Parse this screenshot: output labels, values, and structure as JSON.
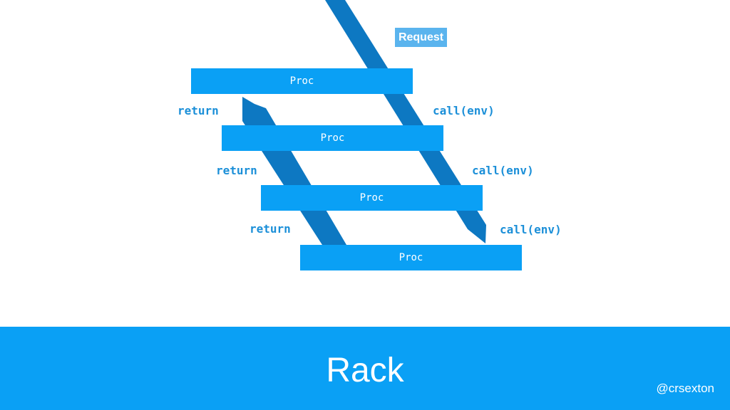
{
  "colors": {
    "bar": "#0aa0f5",
    "arrow": "#0d78c2",
    "label": "#1b8fd8",
    "request_badge": "#5ab4ee",
    "footer": "#0aa0f5",
    "background": "#ffffff"
  },
  "diagram": {
    "request_label": "Request",
    "procs": [
      {
        "label": "Proc"
      },
      {
        "label": "Proc"
      },
      {
        "label": "Proc"
      },
      {
        "label": "Proc"
      }
    ],
    "call_labels": [
      "call(env)",
      "call(env)",
      "call(env)"
    ],
    "return_labels": [
      "return",
      "return",
      "return"
    ]
  },
  "footer": {
    "title": "Rack",
    "handle": "@crsexton"
  }
}
